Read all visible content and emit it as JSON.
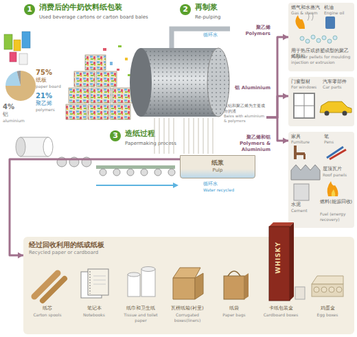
{
  "diagram": {
    "nodes": [
      {
        "text": [
          "1",
          "消费后的牛奶饮料纸包装",
          "Used beverage cartons or carton board bales"
        ]
      },
      {
        "text": [
          "2",
          "再制浆",
          "Re-pulping"
        ]
      },
      {
        "text": [
          "燃气和水蒸汽",
          "Gas & steam",
          "机油",
          "Engine oil",
          "用于热压或挤塑成型的聚乙烯颗粒",
          "Polymer pellets for moulding injection or extrusion"
        ]
      },
      {
        "text": [
          "门窗型材",
          "For windows",
          "汽车零部件",
          "Car parts"
        ]
      },
      {
        "text": [
          "家具",
          "Furniture",
          "笔",
          "Pens",
          "屋顶瓦片",
          "Roof panels",
          "水泥",
          "Cement",
          "燃料(能源回收)",
          "Fuel (energy recovery)"
        ]
      },
      {
        "text": [
          "以铝和聚乙烯为主要成分的渣",
          "Bales with aluminium & polymers"
        ]
      },
      {
        "text": [
          "3",
          "造纸过程",
          "Papermaking process"
        ]
      },
      {
        "text": [
          "纸浆",
          "Pulp"
        ]
      },
      {
        "text": [
          "经过回收利用的纸或纸板",
          "Recycled paper or cardboard",
          "纸芯",
          "Carton spools",
          "笔记本",
          "Notebooks",
          "纸巾和卫生纸",
          "Tissue and toilet paper",
          "瓦楞纸箱(衬里)",
          "Corrugated boxes(liners)",
          "纸袋",
          "Paper bags",
          "卡纸包装盒",
          "Cardboard boxes",
          "鸡蛋盒",
          "Egg boxes"
        ]
      }
    ],
    "edges": [
      {
        "from": 5,
        "to": 2,
        "arrow": "to",
        "label": "聚乙烯 Polymers"
      },
      {
        "from": 5,
        "to": 3,
        "arrow": "to",
        "label": "铝 Aluminium"
      },
      {
        "from": 5,
        "to": 4,
        "arrow": "to",
        "label": "聚乙烯和铝 Polymers & Aluminium"
      },
      {
        "from": 7,
        "to": 8,
        "arrow": "to"
      }
    ],
    "labels": [
      "75%",
      "纸板",
      "paper board",
      "21%",
      "聚乙烯",
      "polymers",
      "4%",
      "铝",
      "aluminium",
      "循环水",
      "循环水",
      "Water recycled",
      "WHISKY"
    ]
  }
}
